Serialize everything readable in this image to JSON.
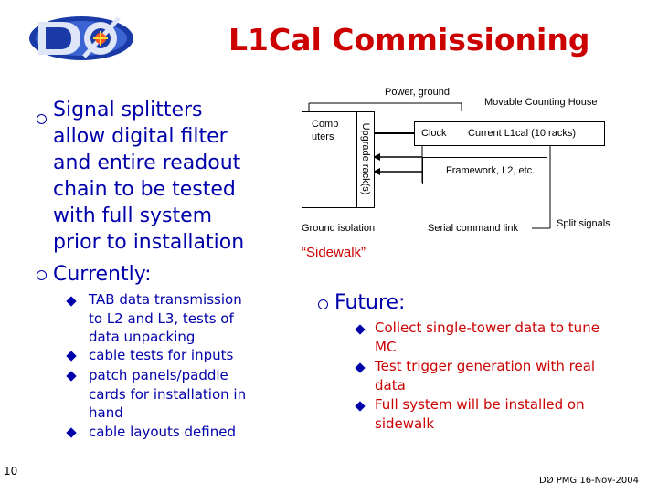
{
  "logo": {
    "text": "DØ"
  },
  "slide": {
    "title": "L1Cal Commissioning",
    "page_number": "10",
    "footer": "DØ PMG 16-Nov-2004"
  },
  "left_bullets": {
    "main1_lines": [
      "Signal splitters",
      "allow digital filter",
      "and entire readout",
      "chain to be tested",
      "with full system",
      "prior to installation"
    ],
    "main2": "Currently:",
    "sub": [
      [
        "TAB data transmission",
        "to L2 and L3, tests of",
        "data unpacking"
      ],
      [
        "cable tests for inputs"
      ],
      [
        "patch panels/paddle",
        "cards for installation in",
        "hand"
      ],
      [
        "cable layouts defined"
      ]
    ]
  },
  "diagram": {
    "power_ground": "Power, ground",
    "movable_counting_house": "Movable Counting House",
    "computers": [
      "Comp",
      "uters"
    ],
    "upgrade_racks": "Upgrade rack(s)",
    "clock": "Clock",
    "current_l1cal": "Current L1cal (10 racks)",
    "framework": "Framework, L2, etc.",
    "ground_isolation": "Ground isolation",
    "serial_command_link": "Serial command link",
    "split_signals": "Split signals",
    "sidewalk": "“Sidewalk”"
  },
  "future": {
    "heading": "Future:",
    "items": [
      [
        "Collect single-tower data to tune",
        "MC"
      ],
      [
        "Test trigger generation with real",
        "data"
      ],
      [
        "Full system will be installed on",
        "sidewalk"
      ]
    ]
  },
  "colors": {
    "title": "#cc0000",
    "bullets": "#0000aa",
    "future_items": "#cc0000"
  }
}
